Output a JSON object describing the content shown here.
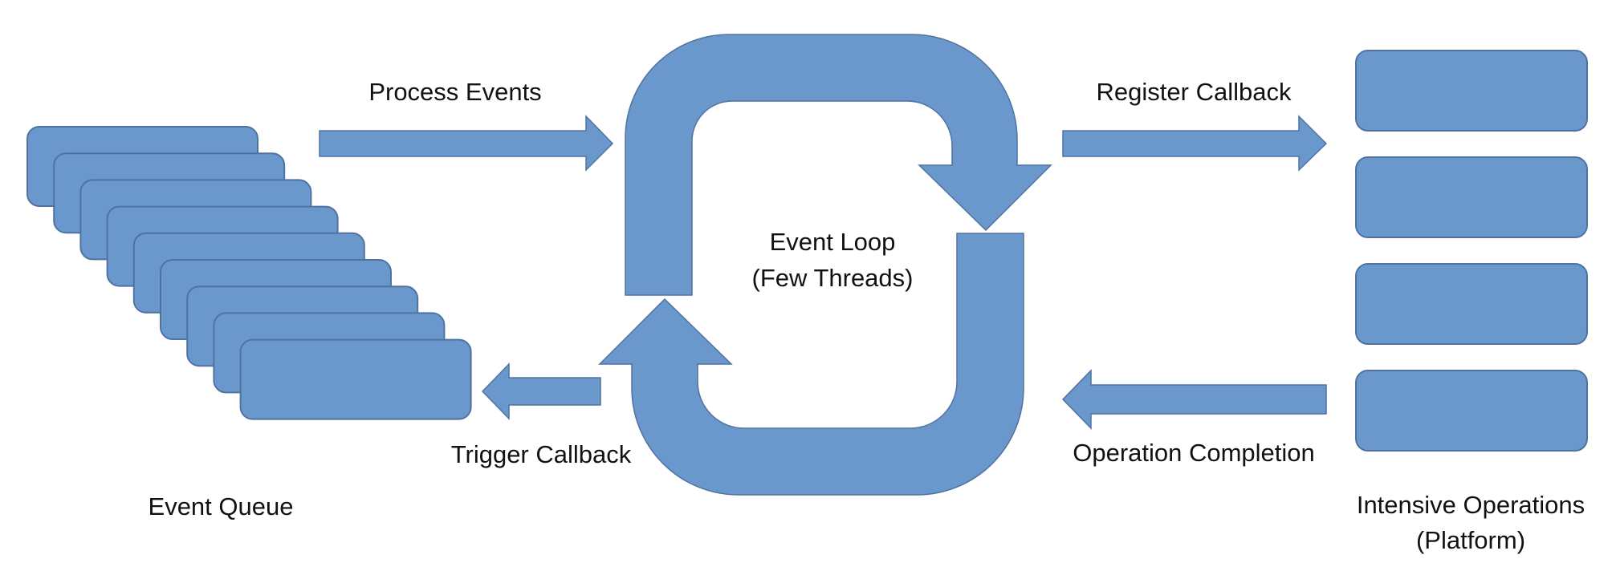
{
  "diagram": {
    "title": "Event Loop Architecture",
    "colors": {
      "shape_fill": "#6a98cc",
      "shape_stroke": "#4f73a0",
      "text": "#111111",
      "background": "#ffffff"
    },
    "components": {
      "event_queue": {
        "label": "Event Queue",
        "item_count": 9
      },
      "event_loop": {
        "label_line1": "Event Loop",
        "label_line2": "(Few Threads)"
      },
      "intensive_operations": {
        "label_line1": "Intensive Operations",
        "label_line2": "(Platform)",
        "item_count": 4
      }
    },
    "flows": {
      "process_events": {
        "label": "Process Events",
        "from": "Event Queue",
        "to": "Event Loop"
      },
      "register_callback": {
        "label": "Register Callback",
        "from": "Event Loop",
        "to": "Intensive Operations"
      },
      "operation_completion": {
        "label": "Operation Completion",
        "from": "Intensive Operations",
        "to": "Event Loop"
      },
      "trigger_callback": {
        "label": "Trigger Callback",
        "from": "Event Loop",
        "to": "Event Queue"
      }
    }
  }
}
